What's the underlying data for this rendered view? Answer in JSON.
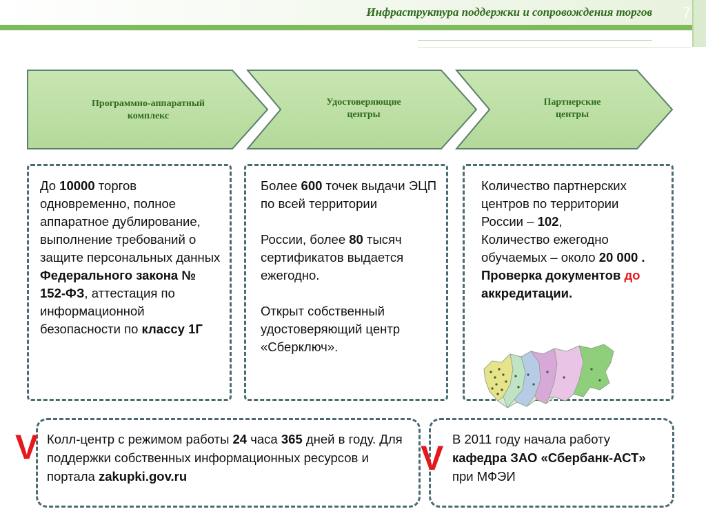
{
  "header": {
    "title": "Инфраструктура поддержки и сопровождения торгов",
    "slide_number": "7"
  },
  "chevrons": [
    {
      "line1": "Программно-аппаратный",
      "line2": "комплекс"
    },
    {
      "line1": "Удостоверяющие",
      "line2": "центры"
    },
    {
      "line1": "Партнерские",
      "line2": "центры"
    }
  ],
  "box1": {
    "t1": "До ",
    "t2": "10000",
    "t3": " торгов одновременно, полное аппаратное дублирование, выполнение требований о защите персональных данных ",
    "t4": "Федерального закона № 152-ФЗ",
    "t5": ", аттестация по информационной безопасности по ",
    "t6": "классу 1Г"
  },
  "box2": {
    "p1a": "Более ",
    "p1b": "600",
    "p1c": " точек выдачи ЭЦП по всей территории",
    "p2a": "России, более ",
    "p2b": "80",
    "p2c": " тысяч сертификатов выдается ежегодно.",
    "p3": "Открыт собственный удостоверяющий центр «Сберключ»."
  },
  "box3": {
    "a": "Количество партнерских центров по территории России – ",
    "b": "102",
    "c": ",",
    "d": "Количество ежегодно обучаемых – около ",
    "e": "20 000 . Проверка документов ",
    "f": "до",
    "g": "аккредитации."
  },
  "box4": {
    "mark": "V",
    "a": "Колл-центр  с режимом работы ",
    "b": "24",
    "c": " часа ",
    "d": "365",
    "e": " дней в году.  Для поддержки собственных информационных ресурсов и портала ",
    "f": "zakupki.gov.ru"
  },
  "box5": {
    "mark": "V",
    "a": "В 2011 году начала работу ",
    "b": "кафедра ЗАО «Сбербанк-АСТ»",
    "c": " при МФЭИ"
  },
  "colors": {
    "accent_green": "#7fba5c",
    "chevron_fill": "#bfe0a6",
    "chevron_border": "#5a7f6b",
    "title_green": "#2f6b1e",
    "dashed_border": "#4b6b73",
    "highlight_red": "#e31a1c"
  }
}
